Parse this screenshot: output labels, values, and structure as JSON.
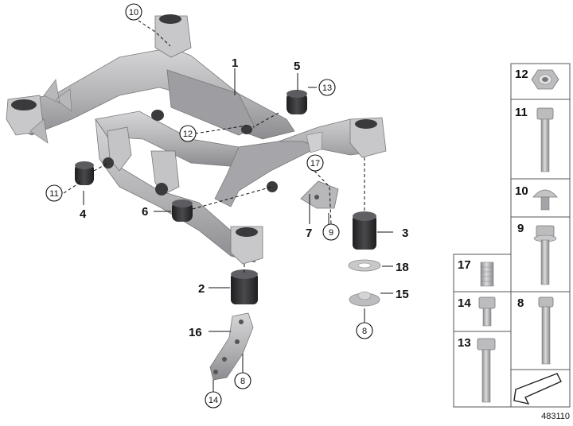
{
  "callouts": {
    "c1": "1",
    "c2": "2",
    "c3": "3",
    "c4": "4",
    "c5": "5",
    "c6": "6",
    "c7": "7",
    "c8a": "8",
    "c8b": "8",
    "c9": "9",
    "c10": "10",
    "c11": "11",
    "c12": "12",
    "c13": "13",
    "c14": "14",
    "c15": "15",
    "c16": "16",
    "c17": "17",
    "c18": "18"
  },
  "panels": {
    "p12": "12",
    "p11": "11",
    "p10": "10",
    "p9": "9",
    "p8": "8",
    "p17": "17",
    "p14": "14",
    "p13": "13"
  },
  "reference_number": "483110",
  "colors": {
    "part_fill": "#b4b4b6",
    "part_dark": "#8e8e92",
    "bushing": "#2e2e30",
    "panel_border": "#555555"
  }
}
